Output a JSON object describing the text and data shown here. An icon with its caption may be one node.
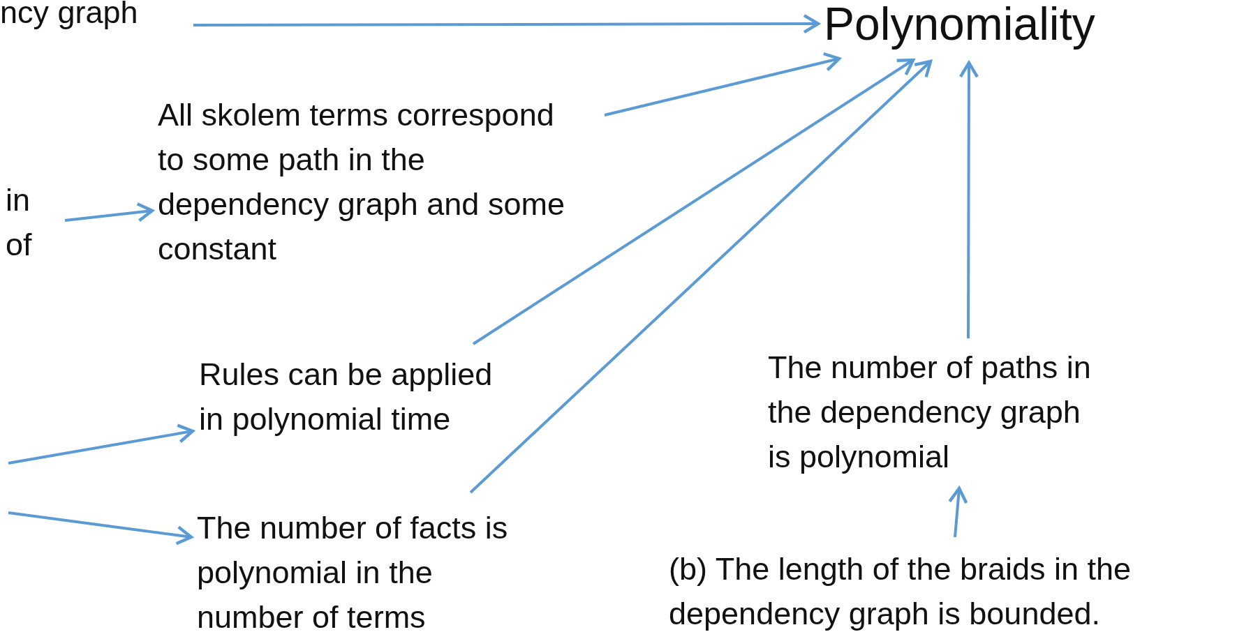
{
  "diagram": {
    "nodes": [
      {
        "text": [
          "ncy graph"
        ]
      },
      {
        "text": [
          "in of"
        ]
      },
      {
        "text": [
          "All skolem terms correspond to some path in the dependency graph and some constant"
        ]
      },
      {
        "text": [
          "Polynomiality"
        ]
      },
      {
        "text": [
          "Rules can be applied in polynomial time"
        ]
      },
      {
        "text": [
          "The number of facts is polynomial in the number of terms"
        ]
      },
      {
        "text": [
          "The number of paths in the dependency graph is polynomial"
        ]
      },
      {
        "text": [
          "(b) The length of the braids in the dependency graph is bounded."
        ]
      }
    ],
    "edges": [
      {
        "from": 0,
        "to": 3,
        "arrow": "to"
      },
      {
        "from": 1,
        "to": 2,
        "arrow": "to"
      },
      {
        "from": 2,
        "to": 3,
        "arrow": "to"
      },
      {
        "from": 4,
        "to": 3,
        "arrow": "to"
      },
      {
        "from": 5,
        "to": 3,
        "arrow": "to"
      },
      {
        "from": 6,
        "to": 3,
        "arrow": "to"
      },
      {
        "from": null,
        "to": 4,
        "arrow": "to"
      },
      {
        "from": null,
        "to": 5,
        "arrow": "to"
      },
      {
        "from": 7,
        "to": 6,
        "arrow": "to"
      }
    ]
  }
}
